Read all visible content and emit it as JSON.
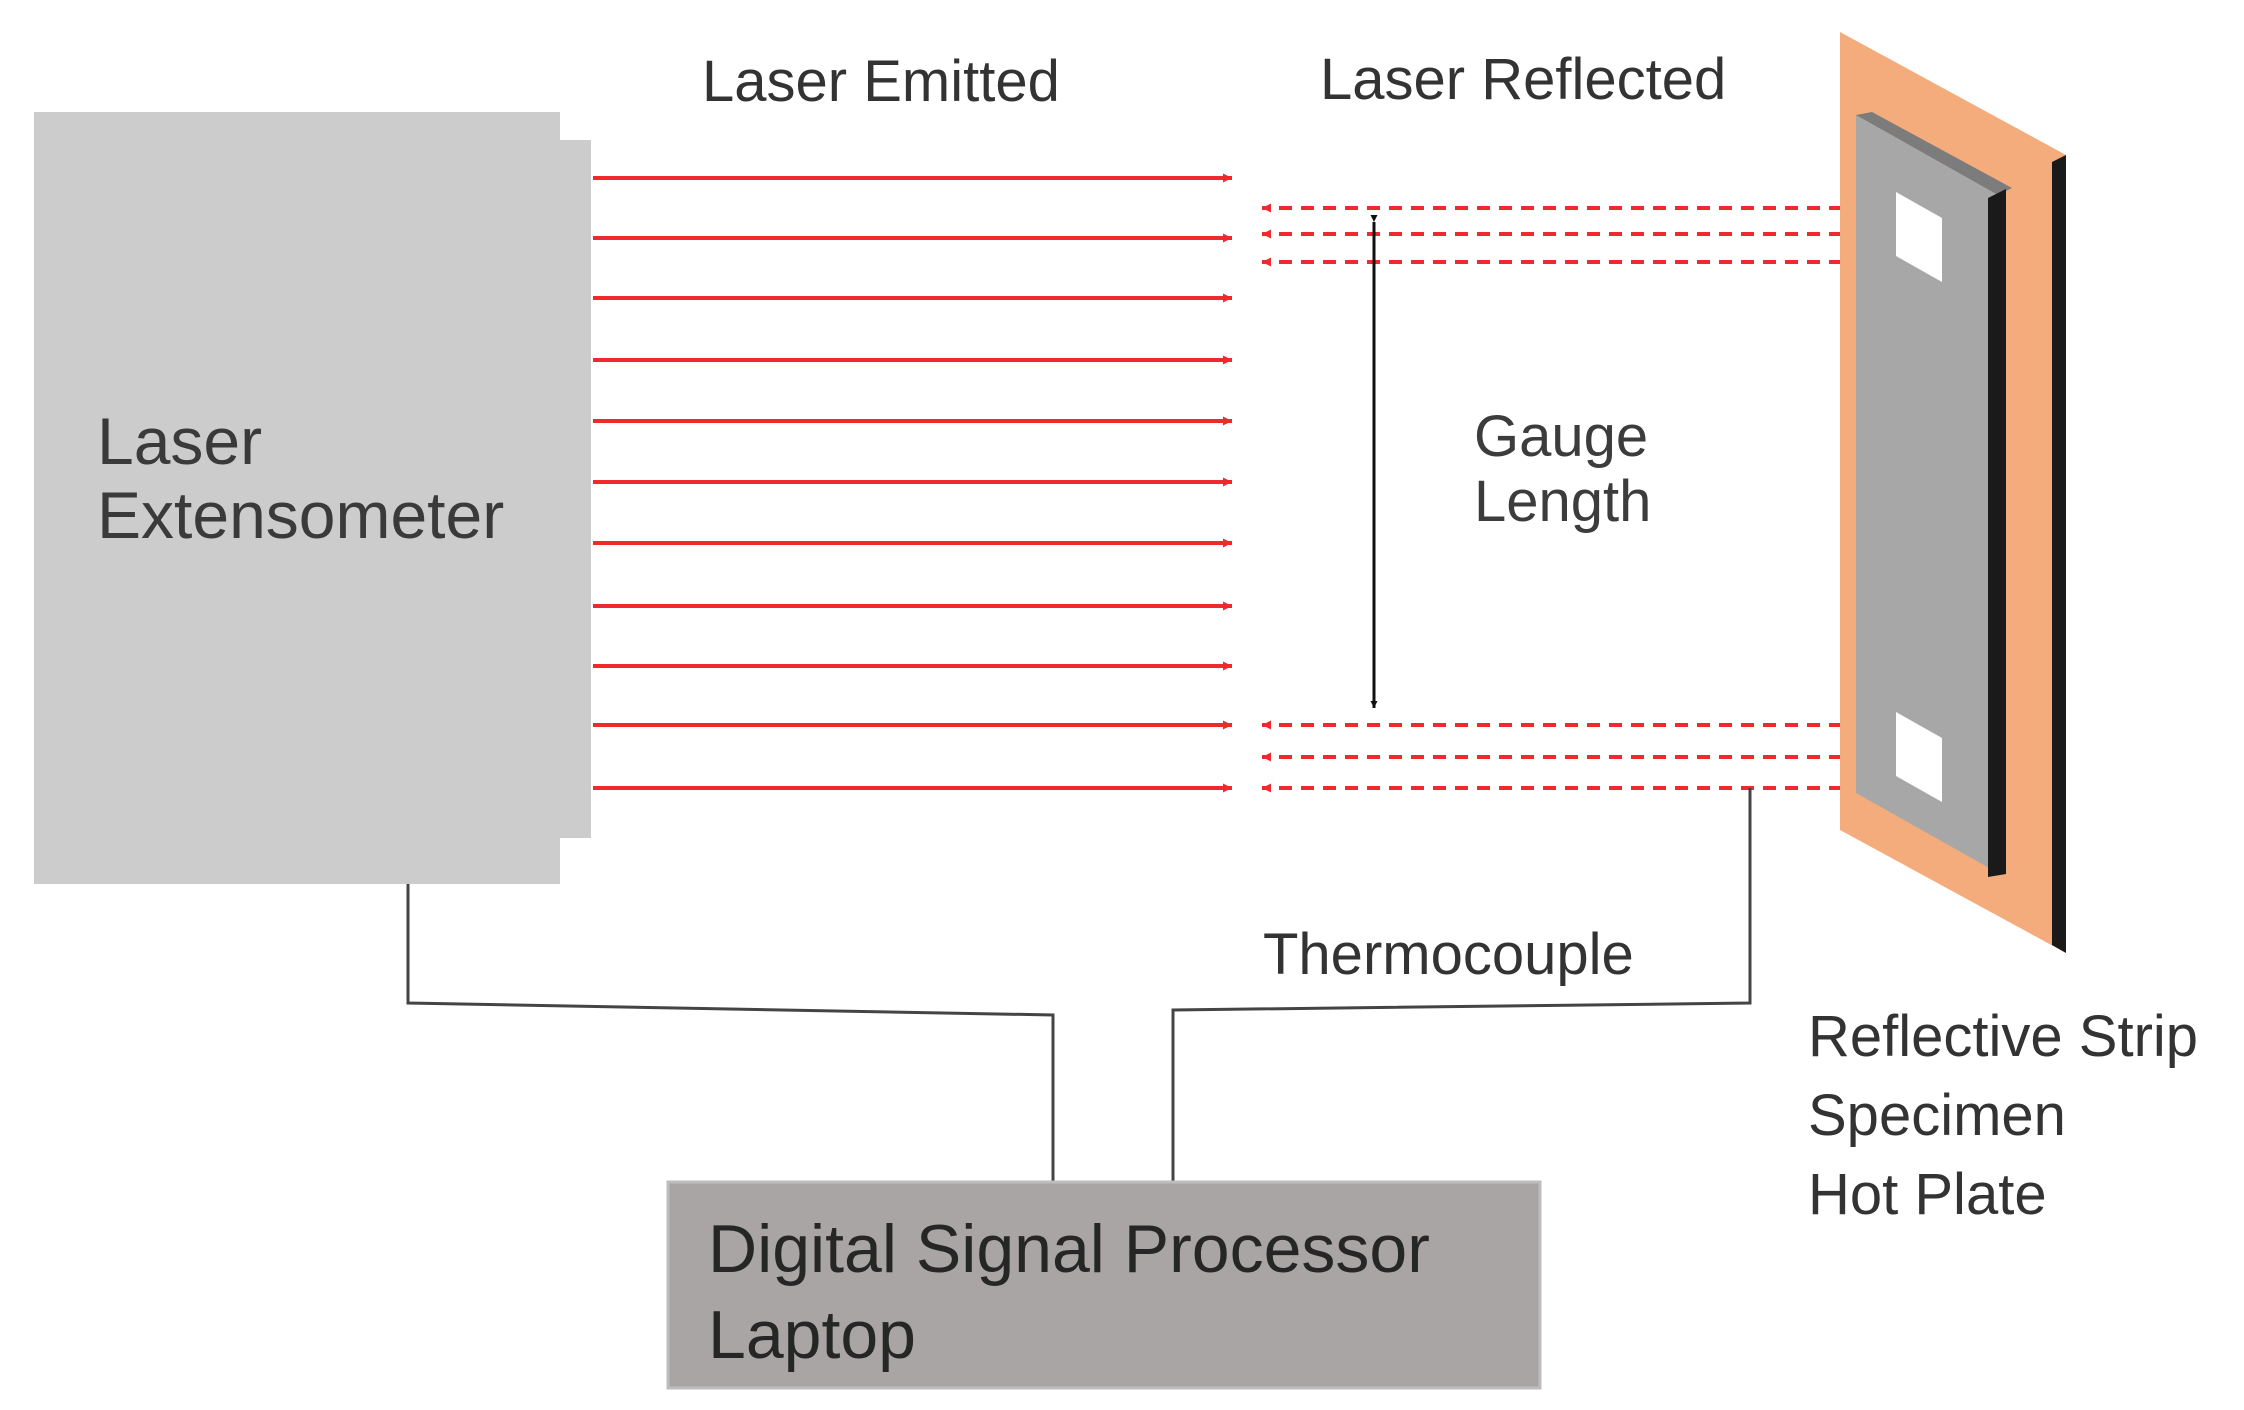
{
  "labels": {
    "laser_emitted": "Laser Emitted",
    "laser_reflected": "Laser Reflected",
    "device": [
      "Laser",
      "Extensometer"
    ],
    "gauge": [
      "Gauge",
      "Length"
    ],
    "thermocouple": "Thermocouple",
    "legend": [
      "Reflective Strip",
      "Specimen",
      "Hot Plate"
    ],
    "processor": [
      "Digital Signal Processor",
      "Laptop"
    ]
  },
  "colors": {
    "laser": "#f0292f",
    "extensometer": "#cccccc",
    "processor_box": "#a9a5a5",
    "hot_plate": "#f4ac7c",
    "specimen": "#a7a7a7",
    "strip": "#ffffff",
    "wire": "#444444",
    "edge": "#1a1a1a"
  }
}
